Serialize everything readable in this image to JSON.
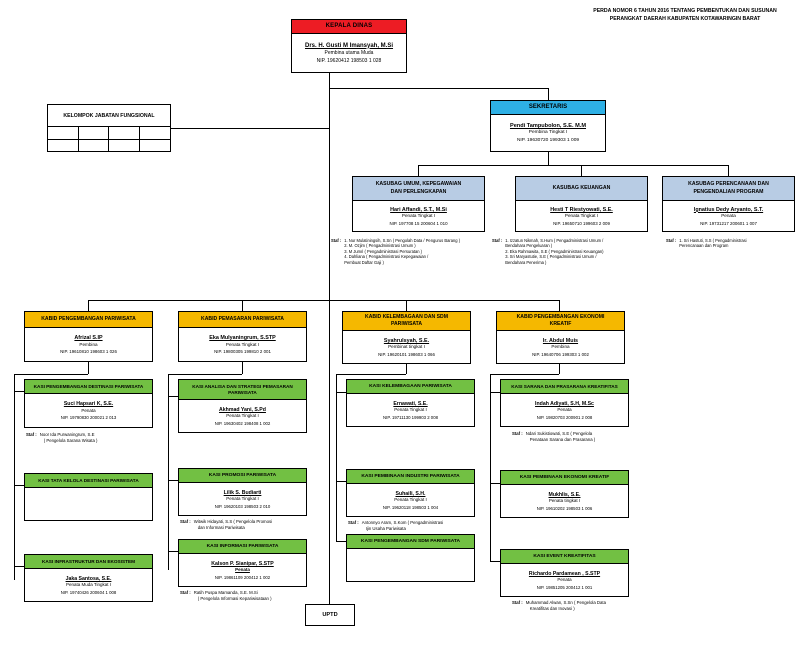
{
  "legend": {
    "line1": "PERDA NOMOR 6 TAHUN 2016 TENTANG PEMBENTUKAN DAN SUSUNAN",
    "line2": "PERANGKAT DAERAH KABUPATEN KOTAWARINGIN BARAT"
  },
  "colors": {
    "red": "#ed1c24",
    "blue": "#2eb0e5",
    "blue_light": "#b8cce4",
    "orange": "#f5b800",
    "green": "#72c043",
    "line": "#000000",
    "background": "#ffffff"
  },
  "kepala_dinas": {
    "title": "KEPALA DINAS",
    "name": "Drs. H. Gusti M  Imansyah, M.Si",
    "rank": "Pembina utama Muda",
    "nip": "NIP.  19620412 198503 1 028"
  },
  "kelompok_jabatan_fungsional": {
    "title": "KELOMPOK JABATAN FUNGSIONAL"
  },
  "sekretaris": {
    "title": "SEKRETARIS",
    "name": "Pendi Tampubolon, S.E. M.M",
    "rank": "Pembina Tingkat I",
    "nip": "NIP.  19630720 199303 1 009"
  },
  "uptd": {
    "label": "UPTD"
  },
  "kasubag": [
    {
      "title_line1": "KASUBAG UMUM, KEPEGAWAIAN",
      "title_line2": "DAN PERLENGKAPAN",
      "name": "Hari Affandi, S.T., M.Si",
      "rank": "Penata Tingkat I",
      "nip": "NIP. 197708 15 200604 1 010",
      "staff_label": "Staf :",
      "staff": [
        "1. Nur Mulatiningsih, S.Sn ( Pengolah Data / Pengurus Barang )",
        "2. M. Ozjim  ( Pengadministrasi Umum )",
        "3. M Jumri ( Pengadministrasi Persuratan )",
        "4. Dahliana ( Pengadministrasi Kepegawaian /",
        "    Pembuat Daftar Gaji )"
      ]
    },
    {
      "title_line1": "KASUBAG KEUANGAN",
      "title_line2": "",
      "name": "Hesti T Riestyowati, S.E.",
      "rank": "Penata Tingkat I",
      "nip": "NIP. 19650710 199603 2 009",
      "staff_label": "Staf :",
      "staff": [
        "1. Izzatun Nikmah, S.Hum  ( Pengadministrasi Umum /",
        "    Bendahara Pengeluaran )",
        "2. Eka Rahmawita, S.E ( Pengadministrasi Keuangan)",
        "3. Sri Maryastutie, S.E ( Pengadministrasi Umum /",
        "    Bendahara Penerima )"
      ]
    },
    {
      "title_line1": "KASUBAG PERENCANAAN DAN",
      "title_line2": "PENGENDALIAN PROGRAM",
      "name": "Ignatius Dedy Aryanto, S.T.",
      "rank": "Penata",
      "nip": "NIP. 19731217 200601 1 007",
      "staff_label": "Staf :",
      "staff": [
        "1. Sri Hastuti, S.S ( Pengadministrasi",
        "    Perencanaan dan Program"
      ]
    }
  ],
  "bidang": [
    {
      "title_line1": "KABID PENGEMBANGAN PARIWISATA",
      "title_line2": "",
      "name": "Afrizal S.IP",
      "rank": "Pembina",
      "nip": "NIP. 19610810 198603 1 026",
      "seksi": [
        {
          "title_line1": "KASI PENGEMBANGAN DESTINASI PARIWISATA",
          "title_line2": "",
          "name": "Suci Hapsari K, S.E.",
          "rank": "Penata",
          "nip": "NIP. 19790830 200021 2 013",
          "staff_label": "Staf :",
          "staff": [
            "Noor Ida Purwaningrum, S.E",
            "( Pengelola Sarana Wisata )"
          ]
        },
        {
          "title_line1": "KASI TATA KELOLA DESTINASI PARIWISATA",
          "title_line2": "",
          "name": "",
          "rank": "",
          "nip": "",
          "staff_label": "",
          "staff": []
        },
        {
          "title_line1": "KASI  INFRASTRUKTUR DAN EKOSISTEM",
          "title_line2": "",
          "name": "Jaka Santosa, S.E.",
          "rank": "Penata Muda Tingkat I",
          "nip": "NIP. 19740426 200604 1 008",
          "staff_label": "",
          "staff": []
        }
      ]
    },
    {
      "title_line1": "KABID PEMASARAN PARIWISATA",
      "title_line2": "",
      "name": "Eka Mulyaningrum, S.STP",
      "rank": "Penata Tingkat I",
      "nip": "NIP. 19800305 199810 2 001",
      "seksi": [
        {
          "title_line1": "KASI ANALISA DAN STRATEGI PEMASARAN",
          "title_line2": "PARIWISATA",
          "name": "Akhmad Yani, S.Pd",
          "rank": "Penata Tingkat I",
          "nip": "NIP. 19630402 198408 1 002",
          "staff_label": "",
          "staff": []
        },
        {
          "title_line1": "KASI  PROMOSI PARIWISATA",
          "title_line2": "",
          "name": "Lilik S. Budiarti",
          "rank": "Penata Tingkat I",
          "nip": "NIP. 19620103 198503 2 010",
          "staff_label": "Staf :",
          "staff": [
            "Witwik Hidayati, S.S ( Pengelola Promosi",
            "dan Informasi Pariwisata"
          ]
        },
        {
          "title_line1": "KASI INFORMASI PARIWISATA",
          "title_line2": "",
          "name": "Kalson P. Sianipar, S.STP",
          "rank": "Penata",
          "nip": "NIP. 19861109 200412 1 002",
          "staff_label": "Staf :",
          "staff": [
            "Ratih Puspa Mamanda, S.E. M.Si",
            "( Pengelola Informasi Kepariwisataan )"
          ]
        }
      ]
    },
    {
      "title_line1": "KABID KELEMBAGAAN DAN SDM",
      "title_line2": "PARIWISATA",
      "name": "Syahrulsyah, S.E.",
      "rank": "Pembinat tingkat I",
      "nip": "NIP. 19620101 198603 1 066",
      "seksi": [
        {
          "title_line1": "KASI KELEMBAGAAN PARIWISATA",
          "title_line2": "",
          "name": "Ernawati, S.E.",
          "rank": "Penata Tingkat I",
          "nip": "NIP. 19711130 199903 2 008",
          "staff_label": "",
          "staff": []
        },
        {
          "title_line1": "KASI PEMBINAAN INDUSTRI PARIWISATA",
          "title_line2": "",
          "name": "Suhaili, S.H.",
          "rank": "Penata Tingkat I",
          "nip": "NIP. 19620118 198503 1 004",
          "staff_label": "Staf :",
          "staff": [
            "Antonnyo Aram, S.Kom ( Pengadministrasi",
            "Ijin Usaha Pariwisata"
          ]
        },
        {
          "title_line1": "KASI PENGEMBANGAN SDM PARIWISATA",
          "title_line2": "",
          "name": "",
          "rank": "",
          "nip": "",
          "staff_label": "",
          "staff": []
        }
      ]
    },
    {
      "title_line1": "KABID PENGEMBANGAN EKONOMI",
      "title_line2": "KREATIF",
      "name": "Ir. Abdul Muis",
      "rank": "Pembina",
      "nip": "NIP. 19640706 199303 1 002",
      "seksi": [
        {
          "title_line1": "KASI SARANA DAN PRASARANA KREATIFITAS",
          "title_line2": "",
          "name": "Indah Adiyati, S.H, M.Sc",
          "rank": "Penata",
          "nip": "NIP. 19820703 200901 2 008",
          "staff_label": "Staf :",
          "staff": [
            "Ndari Sukistiowati, S.E ( Pengelola",
            "Penataan Sarana dan Prasarana )"
          ]
        },
        {
          "title_line1": "KASI PEMBINAAN EKONOMI KREATIF",
          "title_line2": "",
          "name": "Mukhlis, S.E.",
          "rank": "Penata tingkat I",
          "nip": "NIP. 19610202 198503 1 006",
          "staff_label": "",
          "staff": []
        },
        {
          "title_line1": "KASI EVENT KREATIFITAS",
          "title_line2": "",
          "name": "Richardo Pardamean , S.STP",
          "rank": "Penata",
          "nip": "NIP. 19851205 200412 1  001",
          "staff_label": "Staf :",
          "staff": [
            "Muhammad Alwan, S.Sn ( Pengelola Data",
            "Kreatifitas dan Inovasi )"
          ]
        }
      ]
    }
  ]
}
